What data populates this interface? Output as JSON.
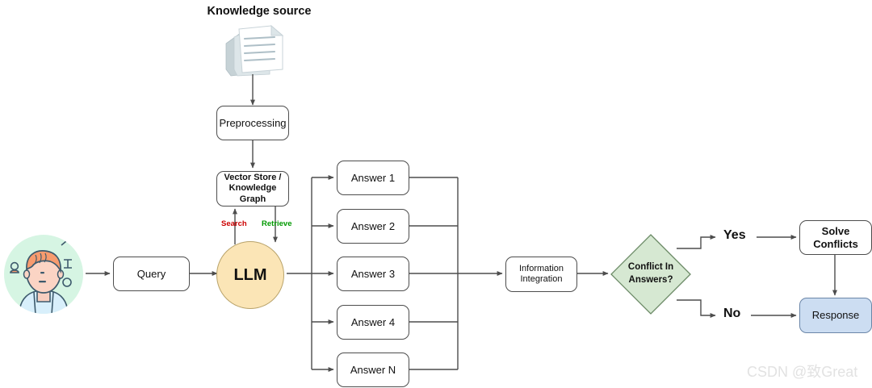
{
  "diagram": {
    "title_text": "Knowledge source",
    "watermark": "CSDN @致Great",
    "colors": {
      "llm_fill": "#fbe5b6",
      "decision_fill": "#d6e8d2",
      "response_fill": "#ccddf2",
      "search_label": "#cc0000",
      "retrieve_label": "#009900",
      "stroke": "#4d4d4d",
      "watermark": "#e2e2e2"
    },
    "nodes": {
      "knowledge_source_title": "Knowledge source",
      "knowledge_source_icon": "documents-stack-icon",
      "preprocessing": "Preprocessing",
      "vector_store": "Vector Store /\nKnowledge\nGraph",
      "user_avatar": "user-avatar-icon",
      "query": "Query",
      "llm": "LLM",
      "information_integration": "Information\nIntegration",
      "decision": "Conflict In\nAnswers?",
      "solve_conflicts": "Solve Conflicts",
      "response": "Response"
    },
    "answers": [
      {
        "label": "Answer 1"
      },
      {
        "label": "Answer 2"
      },
      {
        "label": "Answer 3"
      },
      {
        "label": "Answer 4"
      },
      {
        "label": "Answer N"
      }
    ],
    "edge_labels": {
      "search": "Search",
      "retrieve": "Retrieve",
      "yes": "Yes",
      "no": "No"
    }
  }
}
